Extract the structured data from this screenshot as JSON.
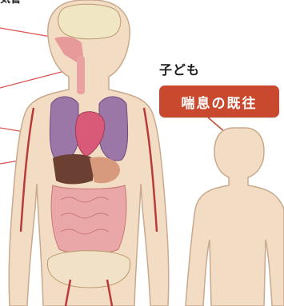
{
  "header": {
    "label": "気管"
  },
  "child": {
    "title": "子ども",
    "history_badge": "喘息の既往"
  },
  "colors": {
    "badge": "#c9492e",
    "skin": "#f3dcc4",
    "skin_outline": "#c8a98d",
    "leader_line": "#d9534f"
  }
}
